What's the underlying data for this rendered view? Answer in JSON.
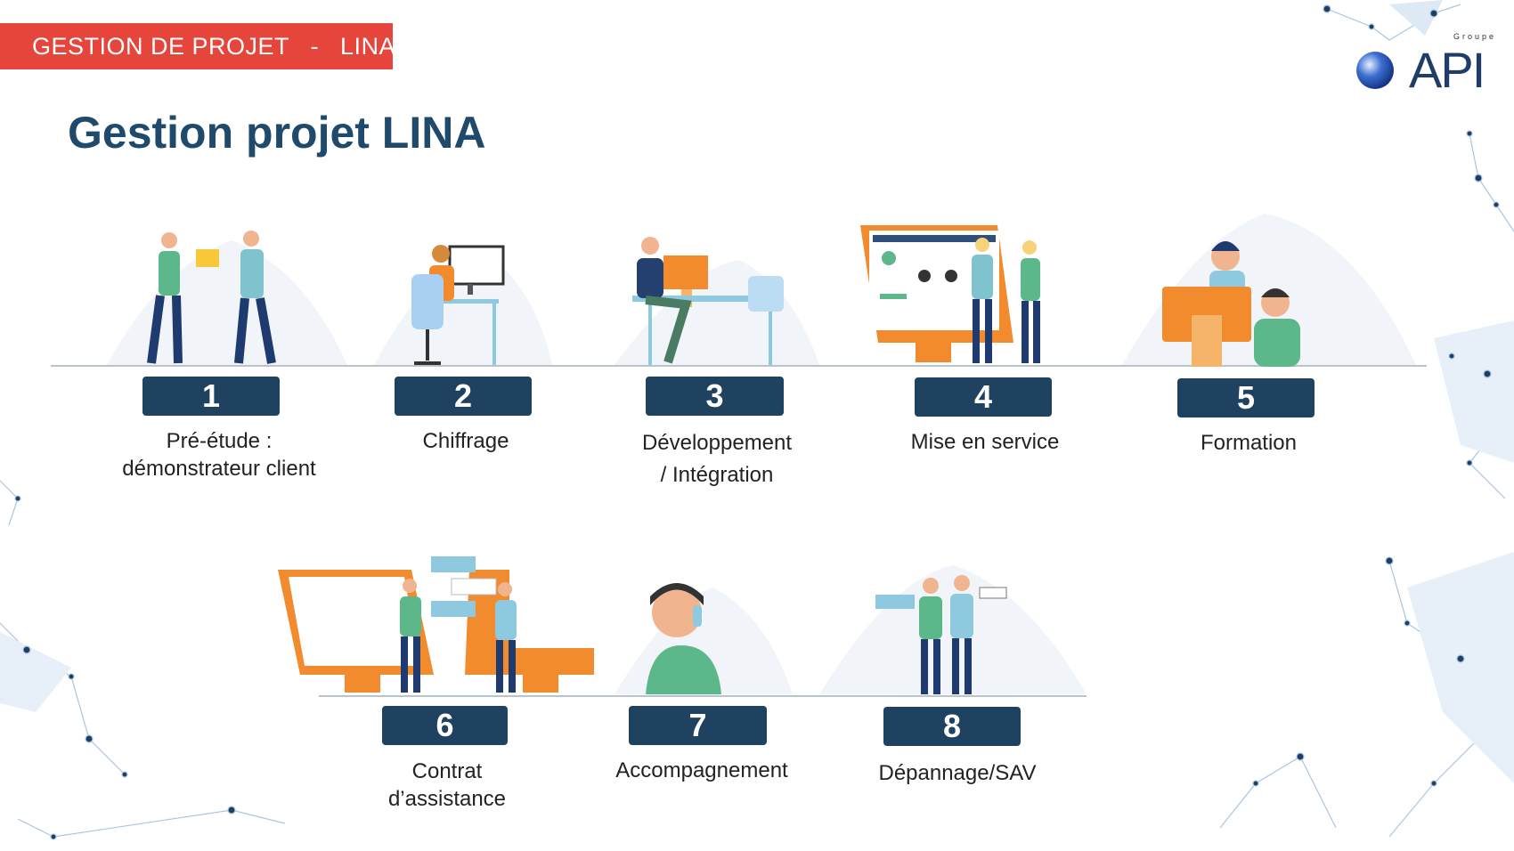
{
  "banner": {
    "text": "GESTION DE PROJET   -   LINA"
  },
  "title": "Gestion projet LINA",
  "logo": {
    "group": "Groupe",
    "name": "API"
  },
  "steps": [
    {
      "number": "1",
      "lines": [
        "Pré-étude :",
        "démonstrateur client"
      ]
    },
    {
      "number": "2",
      "lines": [
        "Chiffrage"
      ]
    },
    {
      "number": "3",
      "lines": [
        "Développement",
        "/ Intégration"
      ]
    },
    {
      "number": "4",
      "lines": [
        "Mise en service"
      ]
    },
    {
      "number": "5",
      "lines": [
        "Formation"
      ]
    },
    {
      "number": "6",
      "lines": [
        "Contrat",
        "d’assistance"
      ]
    },
    {
      "number": "7",
      "lines": [
        "Accompagnement"
      ]
    },
    {
      "number": "8",
      "lines": [
        "Dépannage/SAV"
      ]
    }
  ],
  "colors": {
    "banner": "#e5453a",
    "title": "#1f4a6b",
    "badge": "#1e425f",
    "orange": "#f28a2e",
    "green": "#5cb88a",
    "lightblue": "#8fc9e0"
  }
}
